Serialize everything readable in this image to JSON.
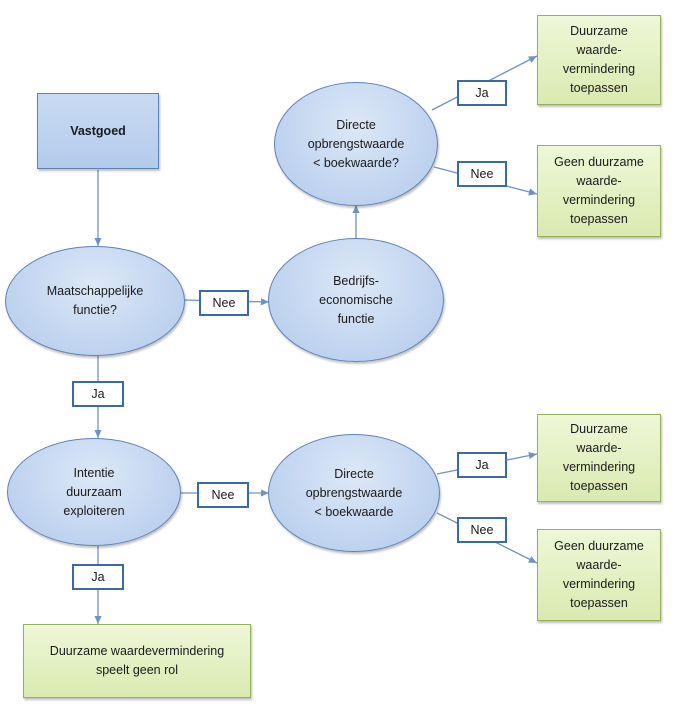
{
  "nodes": {
    "vastgoed": "Vastgoed",
    "maatschappelijke_functie": "Maatschappelijke\nfunctie?",
    "bedrijfseconomische_functie": "Bedrijfs-\neconomische\nfunctie",
    "directe_opbrengst_top": "Directe\nopbrengstwaarde\n< boekwaarde?",
    "intentie": "Intentie\nduurzaam\nexploiteren",
    "directe_opbrengst_bottom": "Directe\nopbrengstwaarde\n< boekwaarde",
    "duurzame_top": "Duurzame\nwaarde-\nvermindering\ntoepassen",
    "geen_duurzame_top": "Geen duurzame\nwaarde-\nvermindering\ntoepassen",
    "duurzame_bottom": "Duurzame\nwaarde-\nvermindering\ntoepassen",
    "geen_duurzame_bottom": "Geen duurzame\nwaarde-\nvermindering\ntoepassen",
    "speelt_geen_rol": "Duurzame waardevermindering\nspeelt geen rol"
  },
  "labels": {
    "ja_top": "Ja",
    "nee_top": "Nee",
    "nee_maatschappelijk": "Nee",
    "ja_maatschappelijk": "Ja",
    "nee_intentie": "Nee",
    "ja_bottom": "Ja",
    "nee_bottom": "Nee",
    "ja_intentie": "Ja"
  },
  "colors": {
    "connector": "#6f93c4",
    "ellipse_border": "#5f82b5",
    "green_border": "#93b35a",
    "label_border": "#3a6aa6"
  }
}
